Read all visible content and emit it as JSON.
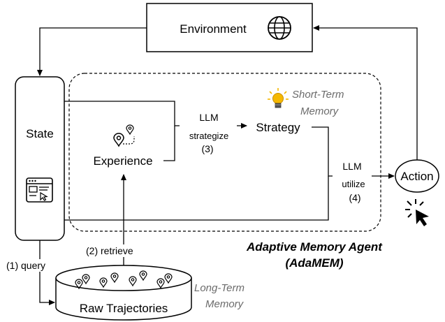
{
  "environment": {
    "label": "Environment"
  },
  "state": {
    "label": "State"
  },
  "experience": {
    "label": "Experience"
  },
  "strategy": {
    "label": "Strategy"
  },
  "action": {
    "label": "Action"
  },
  "short_term_memory": {
    "line1": "Short-Term",
    "line2": "Memory"
  },
  "long_term_memory": {
    "line1": "Long-Term",
    "line2": "Memory"
  },
  "raw_trajectories": {
    "label": "Raw Trajectories"
  },
  "agent": {
    "line1": "Adaptive Memory Agent",
    "line2": "(AdaMEM)"
  },
  "edges": {
    "strategize": {
      "line1": "LLM",
      "line2": "strategize",
      "line3": "(3)"
    },
    "utilize": {
      "line1": "LLM",
      "line2": "utilize",
      "line3": "(4)"
    },
    "query": "(1) query",
    "retrieve": "(2) retrieve"
  },
  "icons": {
    "environment": "globe-icon",
    "state": "browser-window-icon",
    "experience": "map-pins-icon",
    "short_term_memory": "lightbulb-icon",
    "action": "mouse-click-icon"
  },
  "colors": {
    "stroke": "#000000",
    "secondary_text": "#6b6b6b",
    "bulb": "#f5b800"
  }
}
